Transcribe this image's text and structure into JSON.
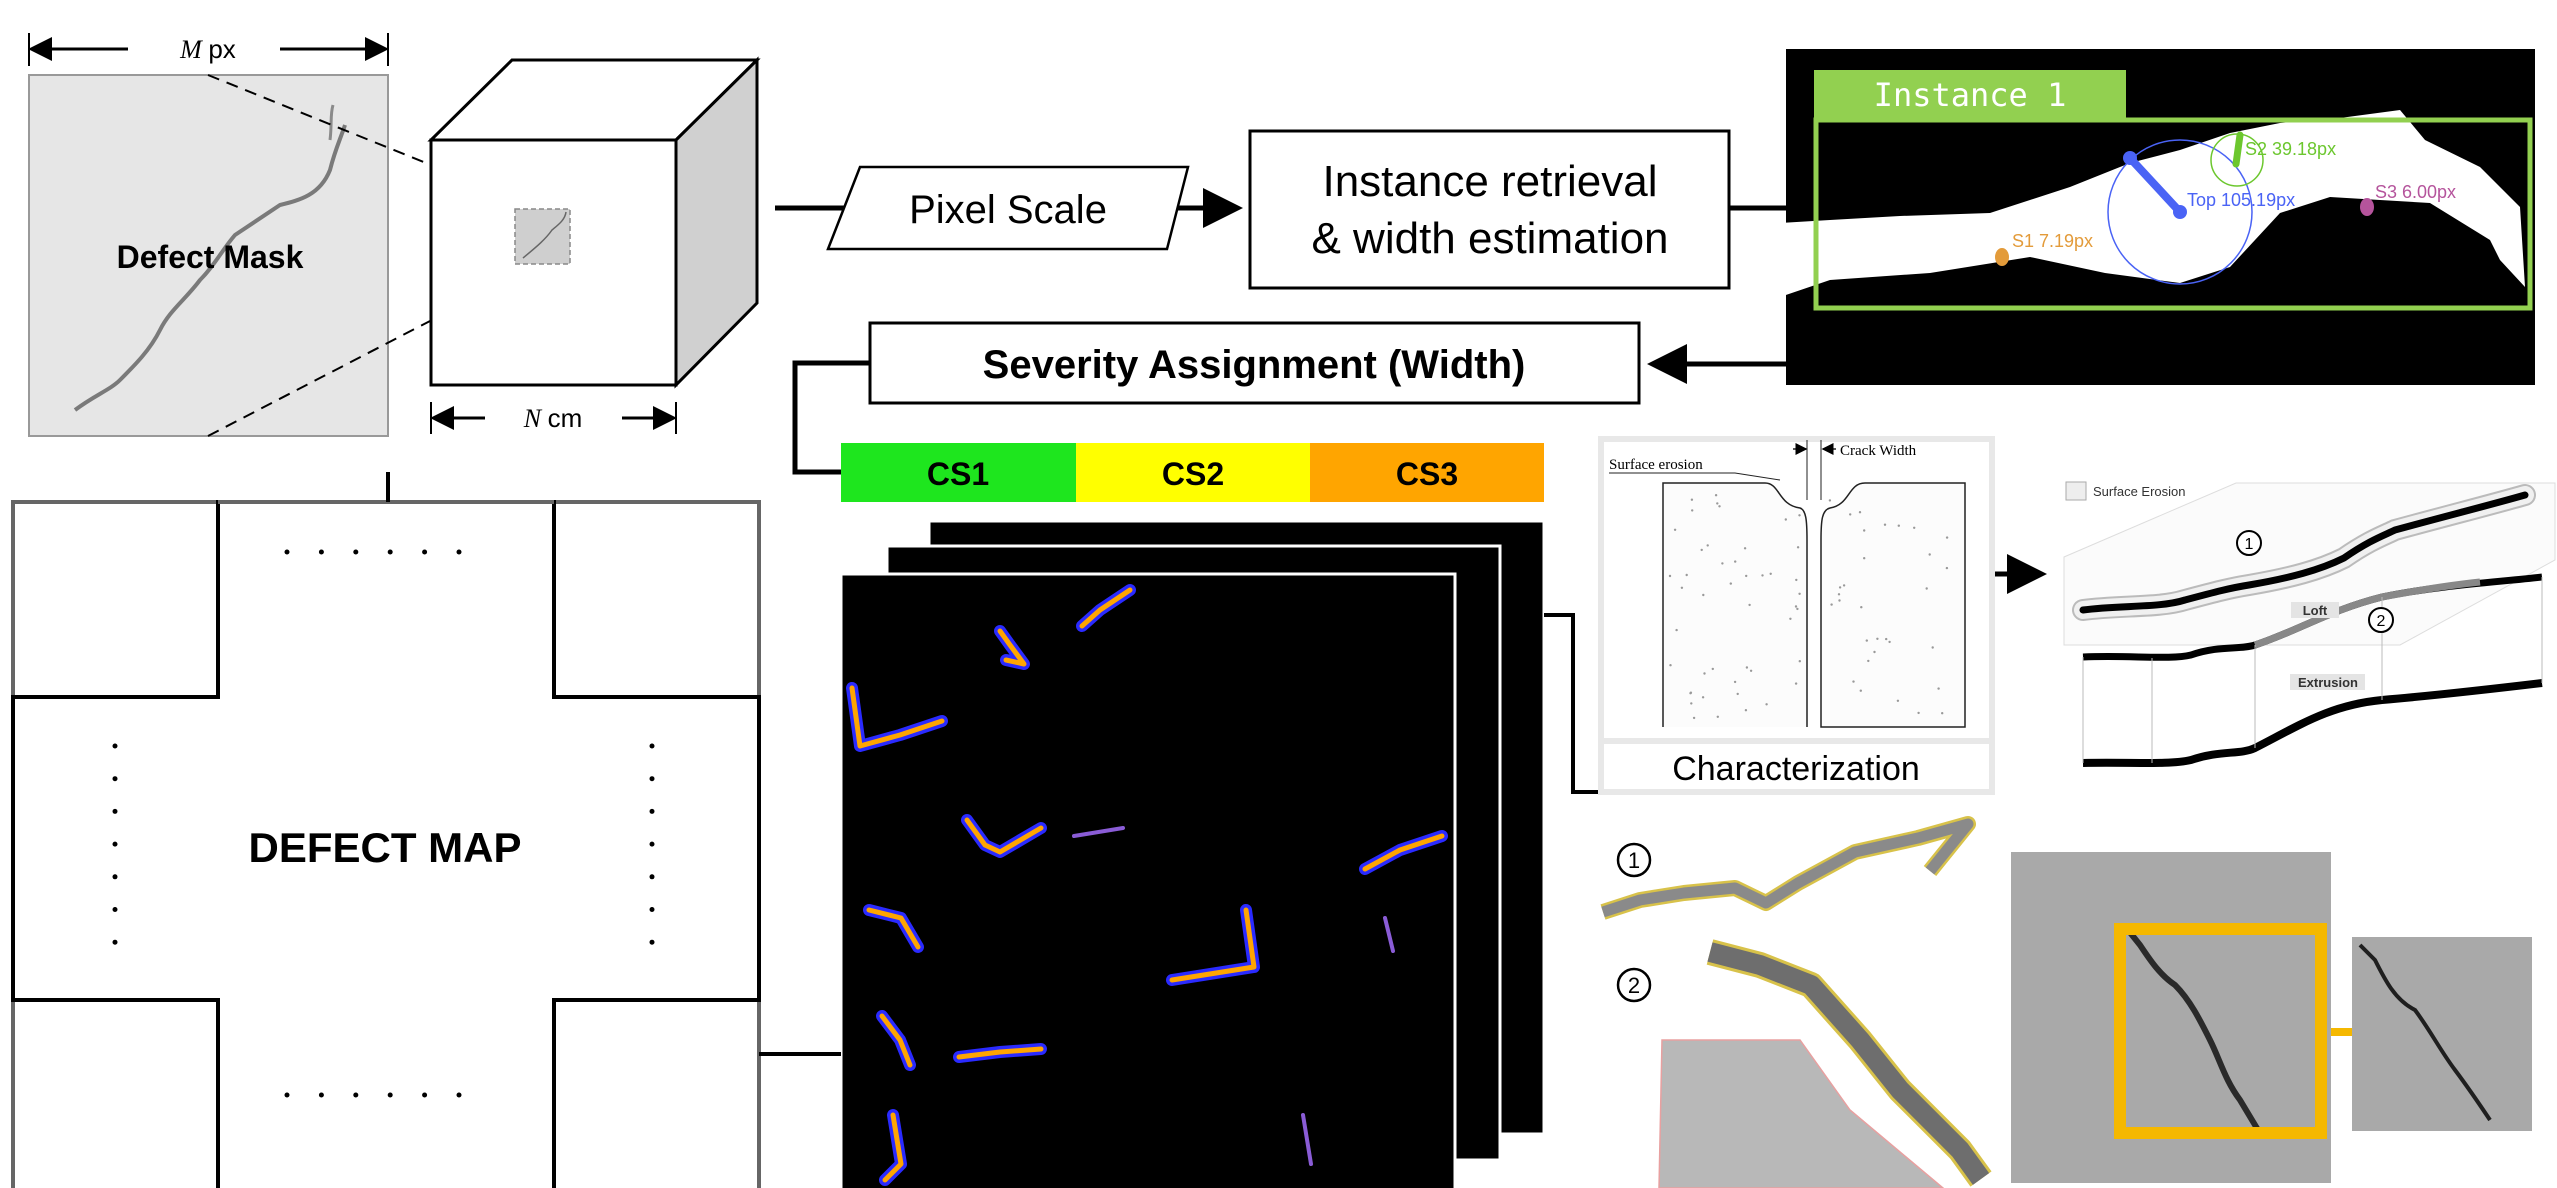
{
  "mask": {
    "width_var": "M",
    "width_unit": "px",
    "label": "Defect Mask",
    "cube_var": "N",
    "cube_unit": "cm"
  },
  "pipeline": {
    "pixel_scale": "Pixel Scale",
    "instance_line1": "Instance retrieval",
    "instance_line2": "& width estimation",
    "severity": "Severity Assignment (Width)"
  },
  "instance_view": {
    "title": "Instance 1",
    "top": "Top 105.19px",
    "s1": "S1 7.19px",
    "s2": "S2 39.18px",
    "s3": "S3 6.00px",
    "colors": {
      "frame": "#92d050",
      "top": "#4a63f5",
      "s1": "#e39b3a",
      "s2": "#6cc72e",
      "s3": "#b5549c"
    }
  },
  "condition_states": [
    {
      "label": "CS1",
      "color": "#1ee61e"
    },
    {
      "label": "CS2",
      "color": "#ffff00"
    },
    {
      "label": "CS3",
      "color": "#ffa500"
    }
  ],
  "defect_map": {
    "label": "DEFECT MAP"
  },
  "characterization": {
    "surface_erosion": "Surface erosion",
    "crack_width": "Crack Width",
    "label": "Characterization"
  },
  "model3d": {
    "legend": "Surface Erosion",
    "loft": "Loft",
    "extrusion": "Extrusion",
    "marker1": "1",
    "marker2": "2"
  },
  "bottom": {
    "marker1": "1",
    "marker2": "2",
    "highlight_color": "#f5b800"
  }
}
